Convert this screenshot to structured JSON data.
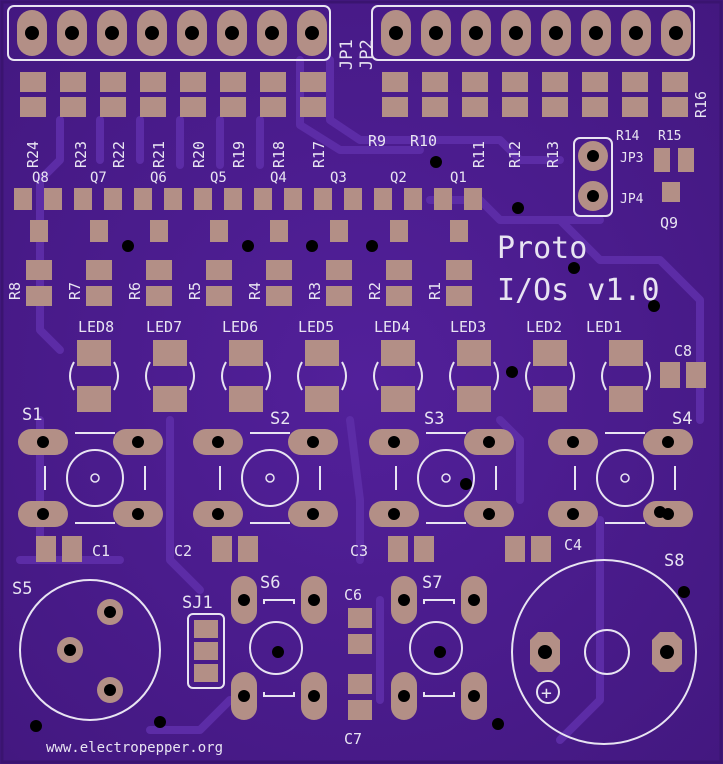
{
  "board": {
    "title_line1": "Proto",
    "title_line2": "I/Os v1.0",
    "website": "www.electropepper.org",
    "colors": {
      "board": "#4d1c8c",
      "trace": "#5a2aa0",
      "pad": "#b38f86",
      "silk": "#e8e4f2",
      "hole": "#000000"
    }
  },
  "labels": {
    "jp1": "JP1",
    "jp2": "JP2",
    "jp3": "JP3",
    "jp4": "JP4",
    "r1": "R1",
    "r2": "R2",
    "r3": "R3",
    "r4": "R4",
    "r5": "R5",
    "r6": "R6",
    "r7": "R7",
    "r8": "R8",
    "r9": "R9",
    "r10": "R10",
    "r11": "R11",
    "r12": "R12",
    "r13": "R13",
    "r14": "R14",
    "r15": "R15",
    "r16": "R16",
    "r17": "R17",
    "r18": "R18",
    "r19": "R19",
    "r20": "R20",
    "r21": "R21",
    "r22": "R22",
    "r23": "R23",
    "r24": "R24",
    "q1": "Q1",
    "q2": "Q2",
    "q3": "Q3",
    "q4": "Q4",
    "q5": "Q5",
    "q6": "Q6",
    "q7": "Q7",
    "q8": "Q8",
    "q9": "Q9",
    "led1": "LED1",
    "led2": "LED2",
    "led3": "LED3",
    "led4": "LED4",
    "led5": "LED5",
    "led6": "LED6",
    "led7": "LED7",
    "led8": "LED8",
    "s1": "S1",
    "s2": "S2",
    "s3": "S3",
    "s4": "S4",
    "s5": "S5",
    "s6": "S6",
    "s7": "S7",
    "s8": "S8",
    "c1": "C1",
    "c2": "C2",
    "c3": "C3",
    "c4": "C4",
    "c6": "C6",
    "c7": "C7",
    "c8": "C8",
    "sj1": "SJ1",
    "plus": "+"
  }
}
